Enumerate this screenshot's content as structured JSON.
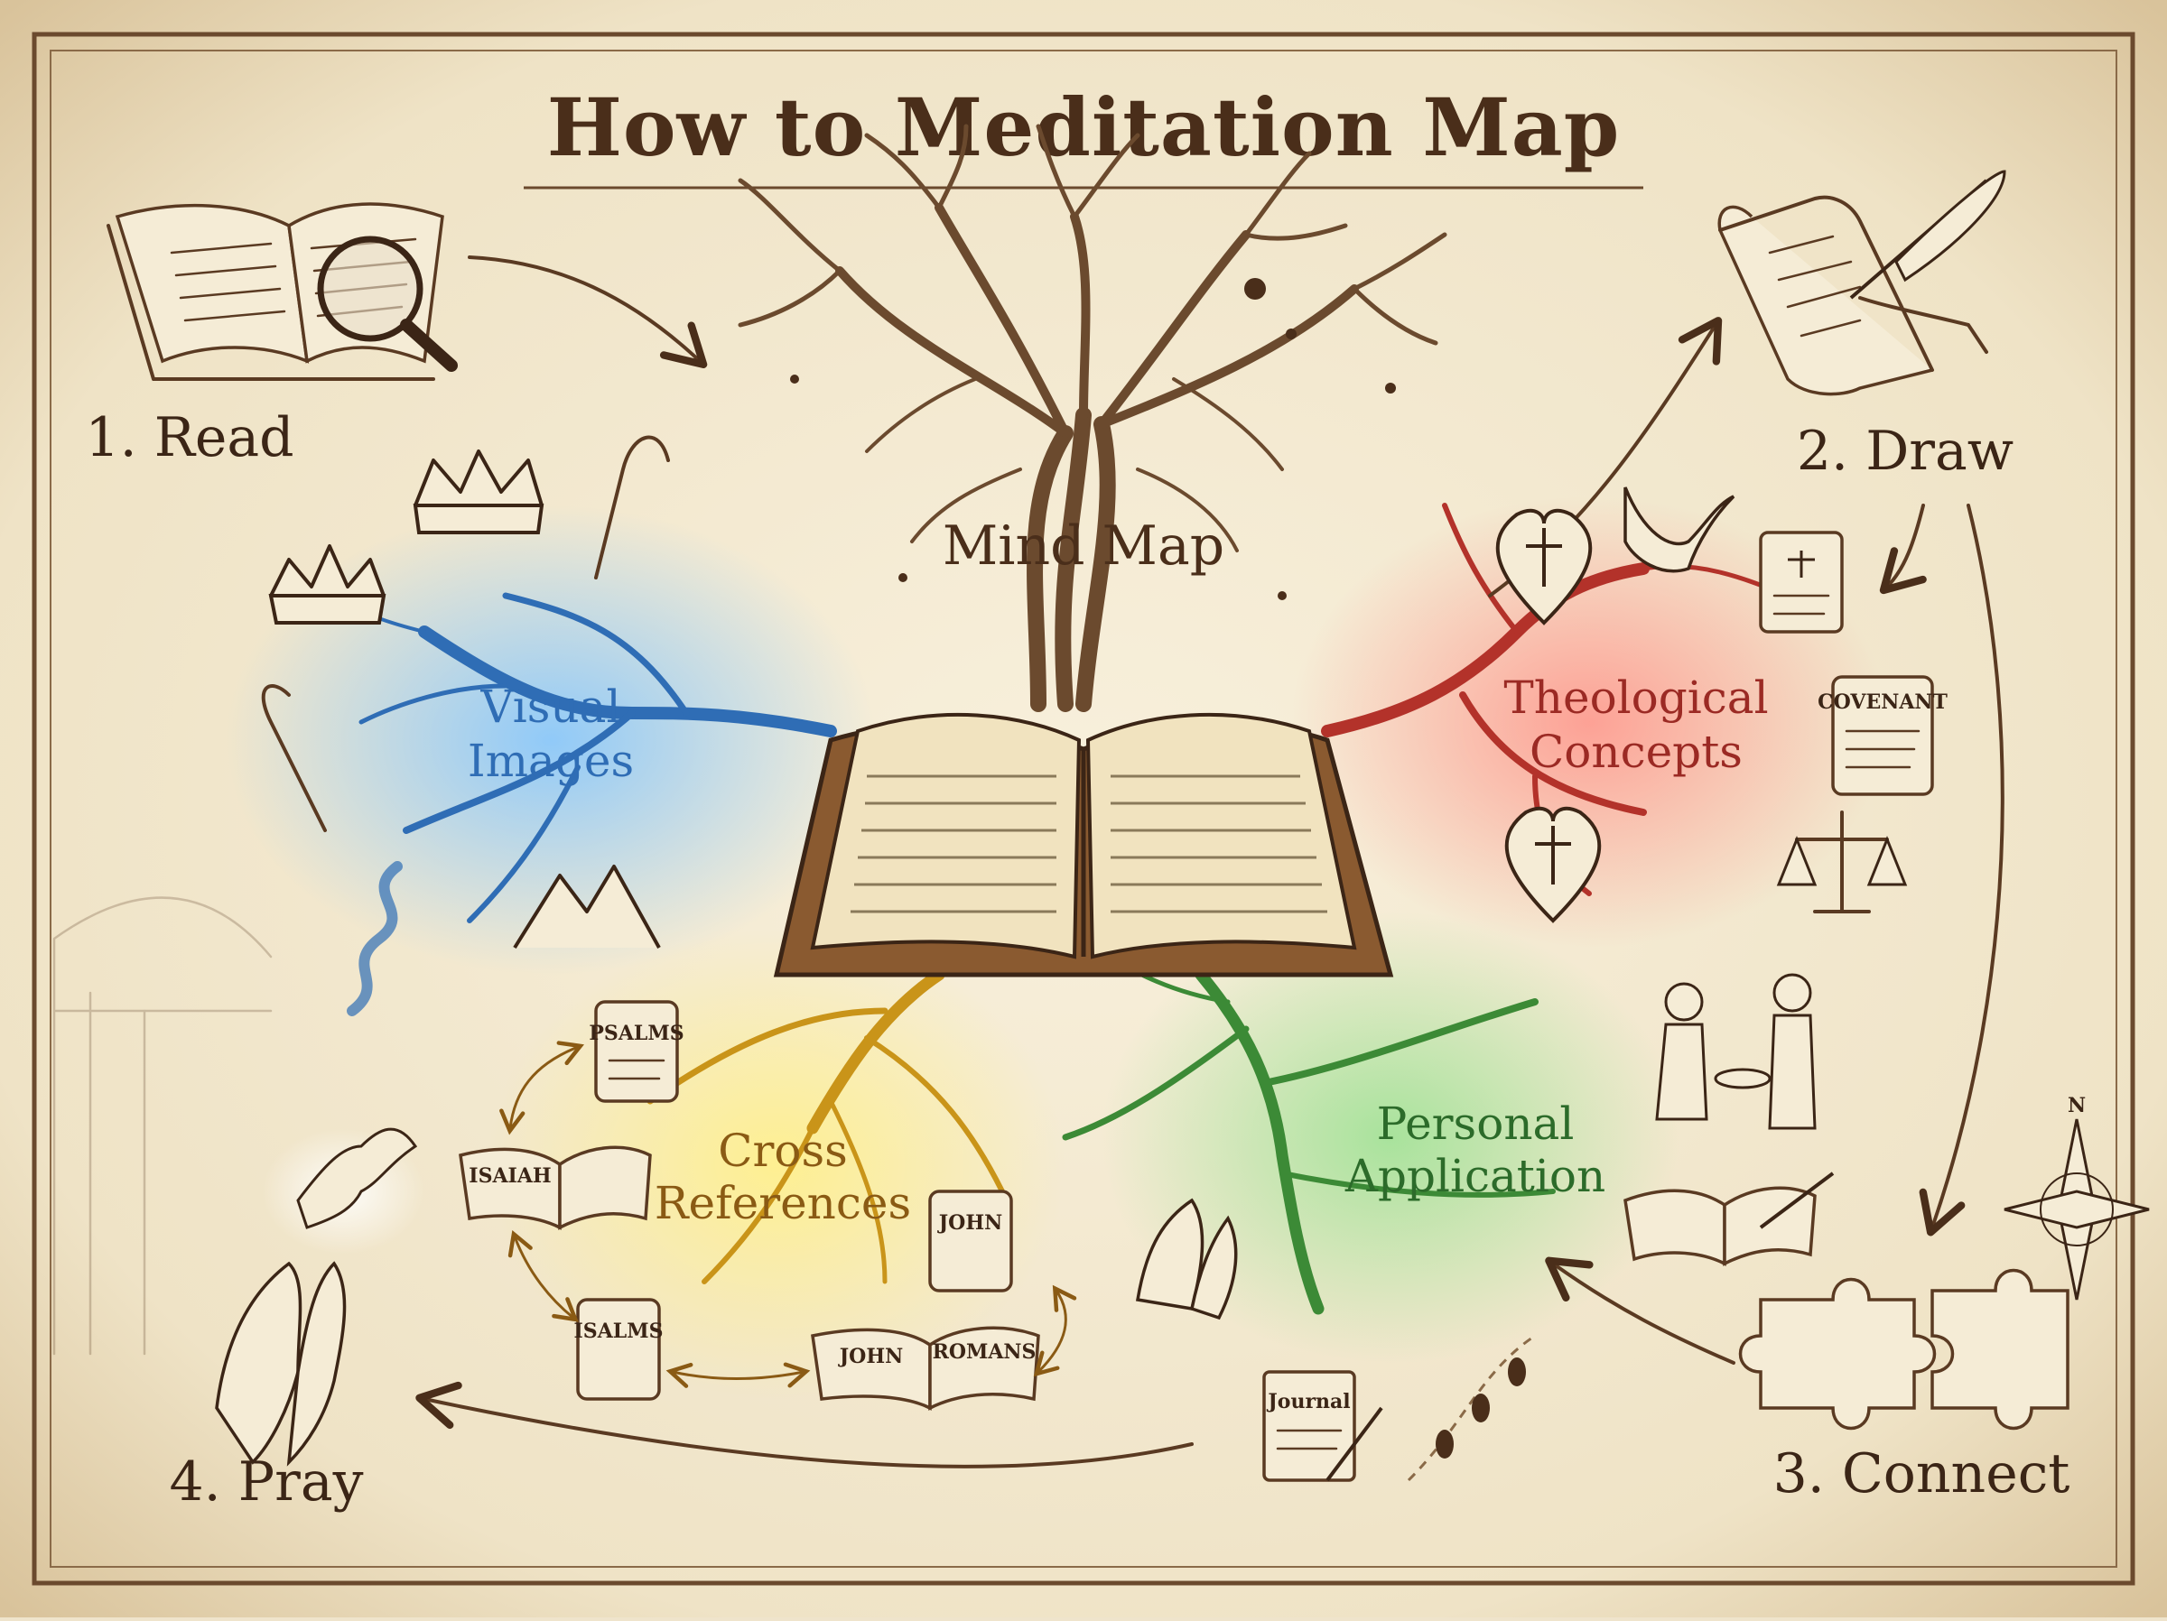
{
  "title": "How to Meditation Map",
  "steps": {
    "read": "1. Read",
    "draw": "2. Draw",
    "connect": "3. Connect",
    "pray": "4. Pray"
  },
  "center": {
    "label": "Mind Map"
  },
  "branches": {
    "visual": {
      "line1": "Visual",
      "line2": "Images",
      "color": "#2f6db5"
    },
    "theological": {
      "line1": "Theological",
      "line2": "Concepts",
      "color": "#9b2a24"
    },
    "cross": {
      "line1": "Cross",
      "line2": "References",
      "color": "#8a5a14"
    },
    "personal": {
      "line1": "Personal",
      "line2": "Application",
      "color": "#2c6b2a"
    }
  },
  "scroll_labels": {
    "psalms": "PSALMS",
    "isaiah": "ISAIAH",
    "isalms": "ISALMS",
    "john": "JOHN",
    "john_romans_left": "JOHN",
    "john_romans_right": "ROMANS",
    "covenant": "COVENANT",
    "journal": "Journal",
    "compass_n": "N"
  },
  "colors": {
    "paper": "#efe4cc",
    "ink": "#4a2e1a",
    "blue": "#2f6db5",
    "red": "#c23a30",
    "yellow": "#e8b92a",
    "green": "#3c8a36"
  }
}
